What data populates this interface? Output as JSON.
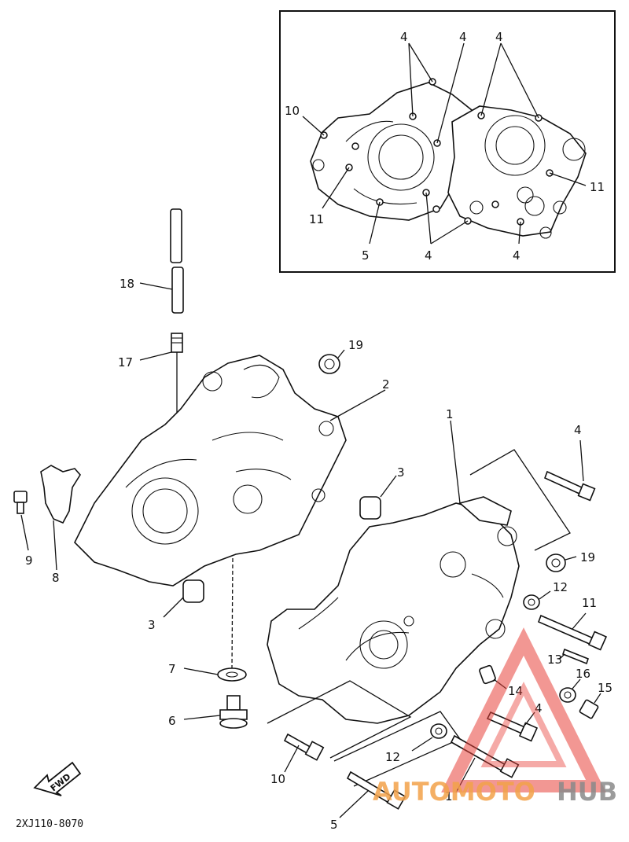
{
  "diagram_code": "2XJ110-8070",
  "fwd_label": "FWD",
  "watermark": {
    "brand_prefix": "AUTOMOTO",
    "brand_suffix": "HUB",
    "colors": {
      "accent_red": "#e8423b",
      "accent_orange": "#f3a24a",
      "gray": "#8a8a8a"
    }
  },
  "inset": {
    "callouts": [
      "4",
      "4",
      "4",
      "10",
      "11",
      "11",
      "5",
      "4",
      "4"
    ]
  },
  "callouts": [
    "18",
    "17",
    "19",
    "2",
    "1",
    "4",
    "3",
    "9",
    "8",
    "3",
    "7",
    "6",
    "19",
    "12",
    "11",
    "13",
    "16",
    "14",
    "15",
    "4",
    "10",
    "12",
    "1",
    "5"
  ]
}
